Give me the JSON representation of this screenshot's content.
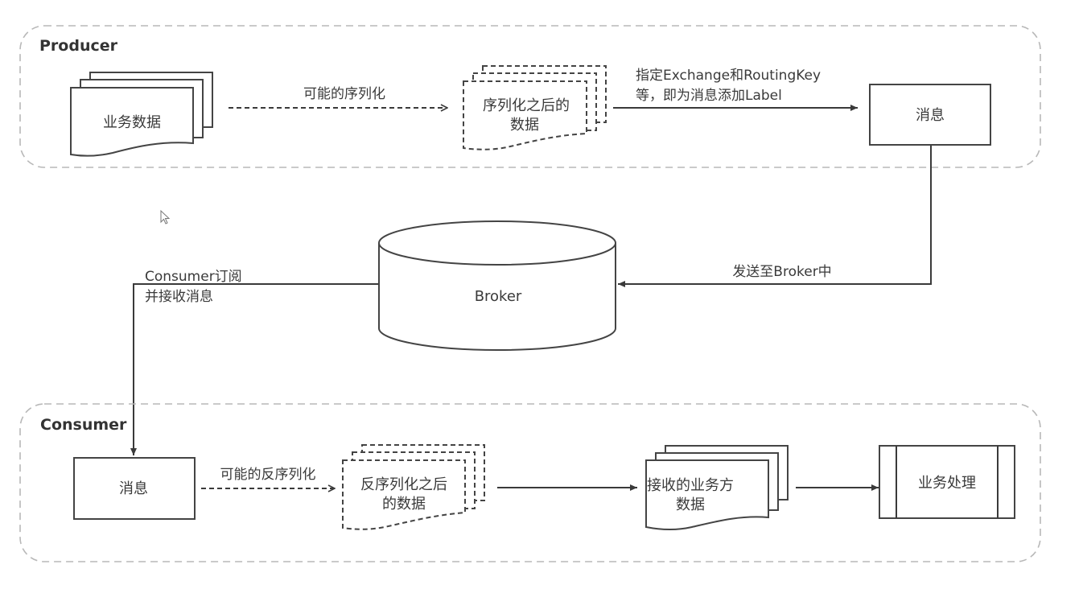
{
  "producer": {
    "title": "Producer",
    "business_data": "业务数据",
    "serialize_edge": "可能的序列化",
    "serialized_data_line1": "序列化之后的",
    "serialized_data_line2": "数据",
    "label_edge_line1": "指定Exchange和RoutingKey",
    "label_edge_line2": "等，即为消息添加Label",
    "message": "消息"
  },
  "broker": {
    "label": "Broker",
    "send_edge": "发送至Broker中",
    "subscribe_edge_line1": "Consumer订阅",
    "subscribe_edge_line2": "并接收消息"
  },
  "consumer": {
    "title": "Consumer",
    "message": "消息",
    "deserialize_edge": "可能的反序列化",
    "deserialized_data_line1": "反序列化之后",
    "deserialized_data_line2": "的数据",
    "received_data_line1": "接收的业务方",
    "received_data_line2": "数据",
    "processing": "业务处理"
  },
  "colors": {
    "stroke": "#444444",
    "container_border": "#b8b8b8",
    "text": "#3a3a3a"
  }
}
